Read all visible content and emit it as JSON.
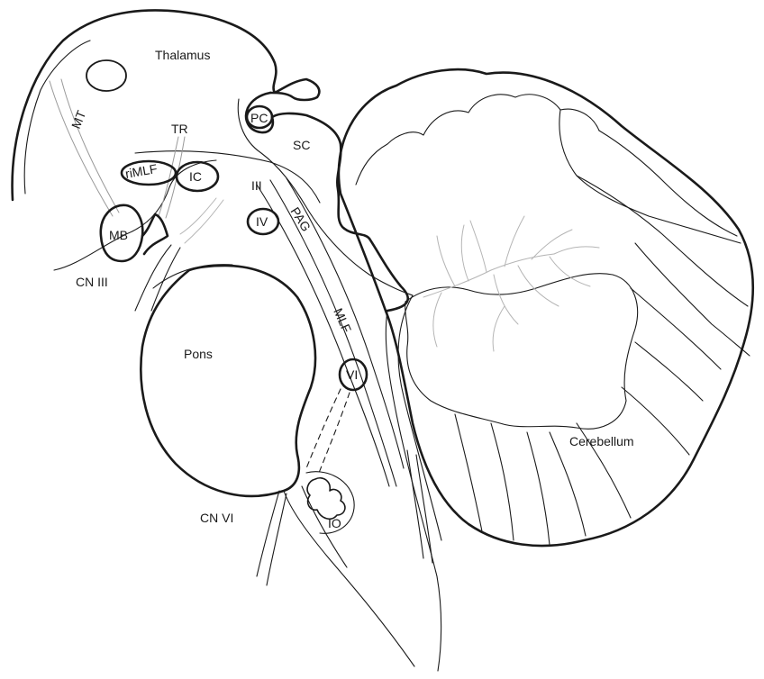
{
  "labels": {
    "thalamus": "Thalamus",
    "mt": "MT",
    "tr": "TR",
    "pc": "PC",
    "sc": "SC",
    "rimlf": "riMLF",
    "ic": "IC",
    "iii": "III",
    "iv": "IV",
    "pag": "PAG",
    "mb": "MB",
    "cn_iii": "CN III",
    "pons": "Pons",
    "mlf": "MLF",
    "vi": "VI",
    "cerebellum": "Cerebellum",
    "cn_vi": "CN VI",
    "io": "IO"
  }
}
